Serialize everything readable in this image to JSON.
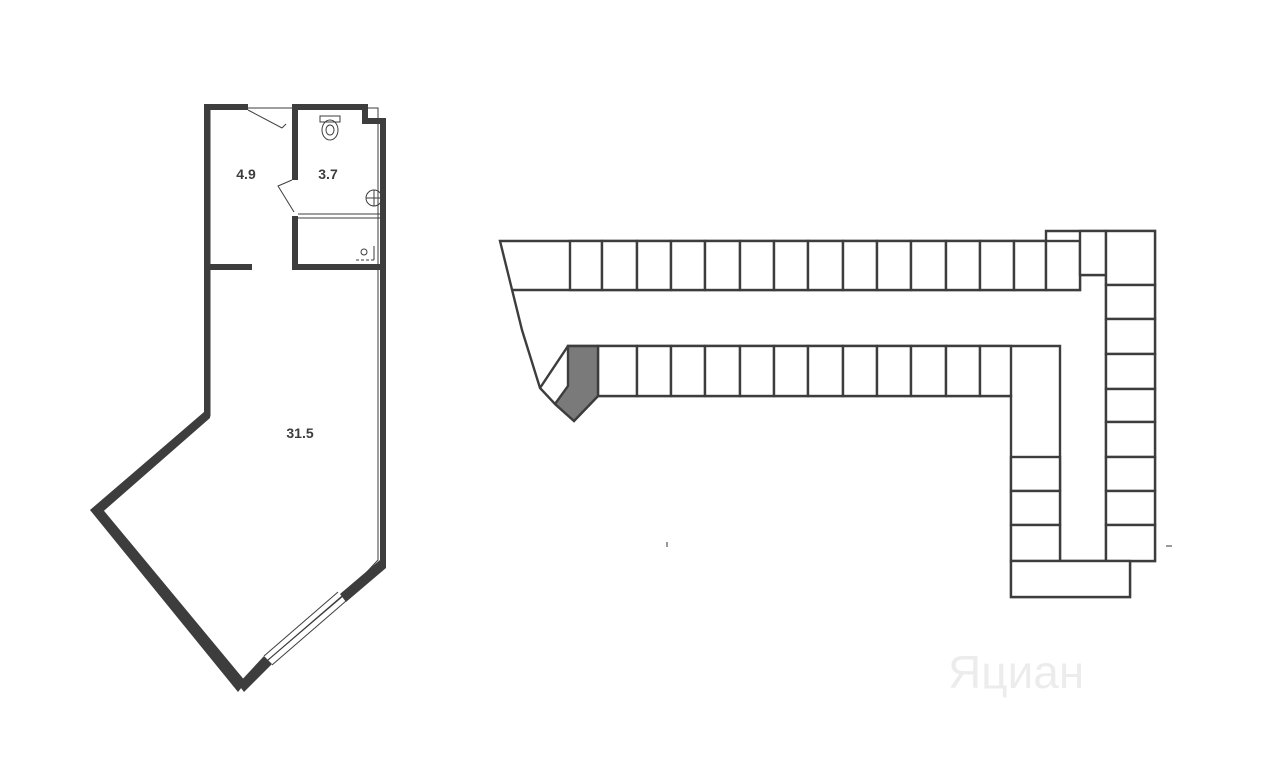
{
  "apartment_plan": {
    "rooms": [
      {
        "id": "hall",
        "area": "4.9"
      },
      {
        "id": "bathroom",
        "area": "3.7"
      },
      {
        "id": "main-room",
        "area": "31.5"
      }
    ]
  },
  "floor_plan": {
    "top_row_units": 16,
    "bottom_row_units": 12,
    "right_column_units": 9,
    "lower_block_units": 4,
    "selected_unit": "highlighted-unit"
  },
  "watermark": {
    "text": "Яциан"
  },
  "colors": {
    "wall": "#3d3d3d",
    "highlight": "#7a7a7a",
    "background": "#ffffff"
  }
}
